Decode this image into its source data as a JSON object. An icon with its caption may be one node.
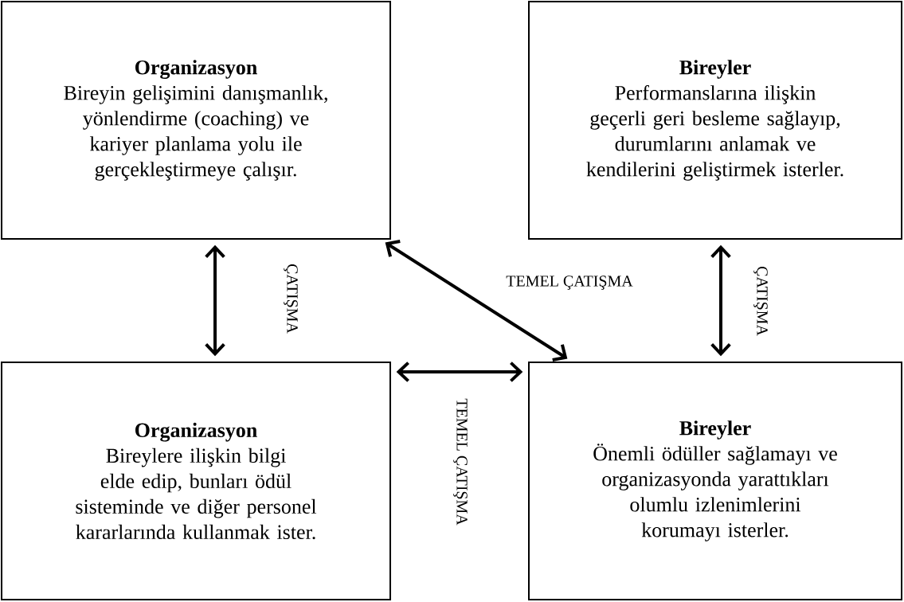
{
  "diagram": {
    "nodes": [
      {
        "text": [
          "Organizasyon",
          "Bireyin gelişimini danışmanlık, yönlendirme (coaching) ve kariyer planlama yolu ile gerçekleştirmeye çalışır."
        ]
      },
      {
        "text": [
          "Bireyler",
          "Performanslarına ilişkin geçerli geri besleme sağlayıp, durumlarını anlamak ve kendilerini geliştirmek isterler."
        ]
      },
      {
        "text": [
          "Organizasyon",
          "Bireylere ilişkin bilgi elde edip, bunları ödül sisteminde ve diğer personel kararlarında kullanmak ister."
        ]
      },
      {
        "text": [
          "Bireyler",
          "Önemli ödüller sağlamayı ve organizasyonda yarattıkları olumlu izlenimlerini korumayı isterler."
        ]
      }
    ],
    "edges": [
      {
        "from": 0,
        "to": 2,
        "arrow": "both",
        "label": "ÇATIŞMA"
      },
      {
        "from": 0,
        "to": 3,
        "arrow": "both",
        "label": "TEMEL ÇATIŞMA"
      },
      {
        "from": 1,
        "to": 3,
        "arrow": "both",
        "label": "ÇATIŞMA"
      },
      {
        "from": 2,
        "to": 3,
        "arrow": "both",
        "label": "TEMEL ÇATIŞMA"
      }
    ]
  }
}
